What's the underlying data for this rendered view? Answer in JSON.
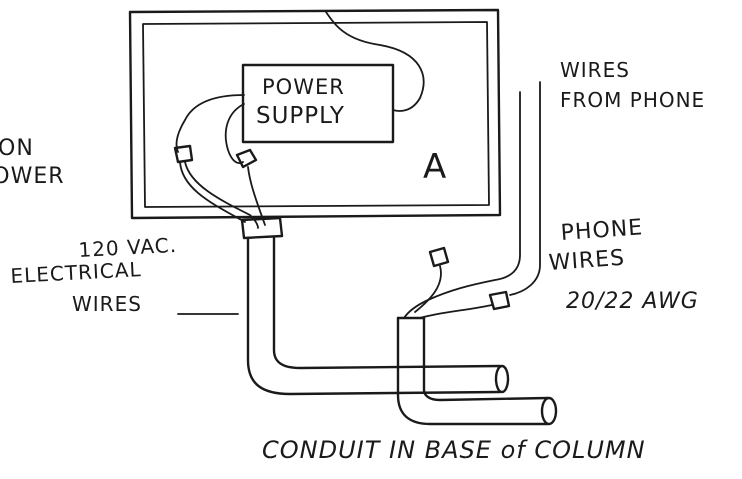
{
  "labels": {
    "power_supply_line1": "POWER",
    "power_supply_line2": "SUPPLY",
    "box_letter": "A",
    "on_power_line1": "ON",
    "on_power_line2": "POWER",
    "wires_from_phone_line1": "WIRES",
    "wires_from_phone_line2": "FROM PHONE",
    "electrical_line1": "120 VAC.",
    "electrical_line2": "ELECTRICAL",
    "electrical_line3": "WIRES",
    "phone_wires_line1": "PHONE",
    "phone_wires_line2": "WIRES",
    "phone_wires_gauge": "20/22 AWG",
    "conduit_caption": "CONDUIT IN BASE of COLUMN"
  }
}
